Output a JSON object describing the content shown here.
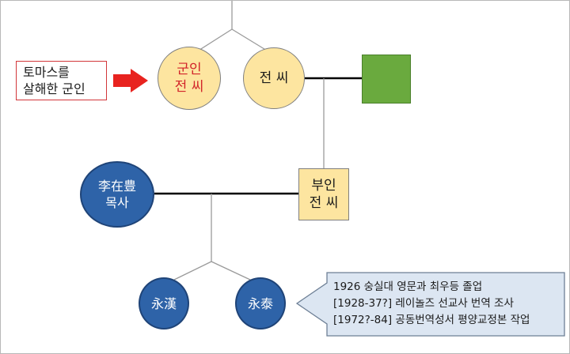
{
  "label": {
    "text": "토마스를\n살해한 군인"
  },
  "nodes": {
    "soldier_jeon": {
      "text": "군인\n전 씨"
    },
    "jeon": {
      "text": "전 씨"
    },
    "pastor_lee": {
      "text": "李在豊\n목사"
    },
    "wife_jeon": {
      "text": "부인\n전 씨"
    },
    "young_han": {
      "text": "永漢"
    },
    "young_tae": {
      "text": "永泰"
    }
  },
  "note": {
    "lines": [
      "1926 숭실대 영문과 최우등 졸업",
      "[1928-37?] 레이놀즈 선교사 번역 조사",
      "[1972?-84] 공동번역성서 평양교정본 작업"
    ]
  },
  "colors": {
    "yellow_fill": "#fde5a0",
    "blue_fill": "#2e63a8",
    "green_fill": "#6aaa3e",
    "red_accent": "#d2242a",
    "callout_fill": "#dce6f2"
  },
  "icons": {
    "pointer": "red-arrow-icon"
  }
}
